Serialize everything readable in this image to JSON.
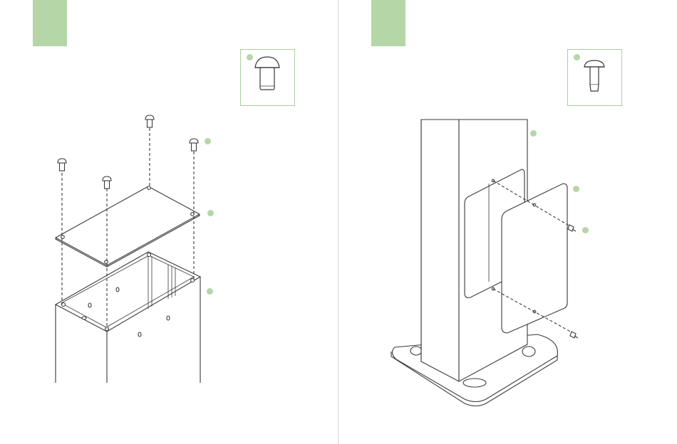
{
  "colors": {
    "accent": "#b5d6a7",
    "box_border": "#a9cf9c",
    "line": "#3a3a3a",
    "divider": "#d9d9d9"
  },
  "pages": [
    {
      "step_tab": {},
      "hardware_box": {
        "icon": "mushroom-bolt-icon"
      },
      "callouts": [
        "bolt",
        "lid",
        "housing"
      ]
    },
    {
      "step_tab": {},
      "hardware_box": {
        "icon": "flat-head-screw-icon"
      },
      "callouts": [
        "post",
        "panel",
        "screw"
      ]
    }
  ]
}
